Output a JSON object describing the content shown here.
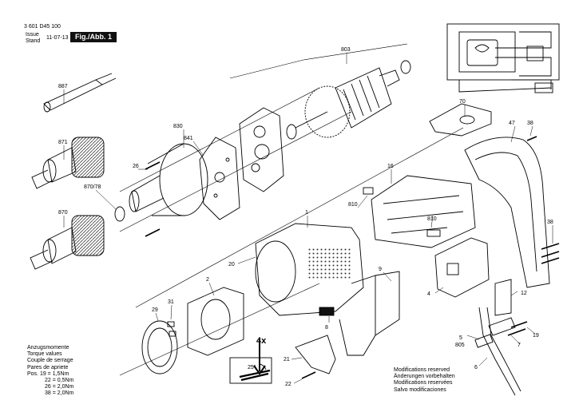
{
  "header": {
    "doc_number": "3 601 D45 100",
    "issue_label": "Issue",
    "stand_label": "Stand",
    "date": "11-07-13",
    "figure_label": "Fig./Abb. 1"
  },
  "torque": {
    "lines": [
      "Anzugsmomente",
      "Torque values",
      "Couple de serrage",
      "Pares de apriete",
      "Pos. 19 = 1,5Nm",
      "22 = 0,5Nm",
      "26 = 2,0Nm",
      "38 = 2,0Nm"
    ]
  },
  "modifications": {
    "lines": [
      "Modifications reserved",
      "Änderungen vorbehalten",
      "Modifications reservées",
      "Salvo modificaciones"
    ]
  },
  "callouts": {
    "angle": "4x",
    "degrees": "25°"
  },
  "parts": {
    "p887": "887",
    "p871": "871",
    "p870_78": "870/78",
    "p870": "870",
    "p26": "26",
    "p830": "830",
    "p841": "841",
    "p803": "803",
    "p70": "70",
    "p47": "47",
    "p38a": "38",
    "p38b": "38",
    "p16": "16",
    "p810a": "810",
    "p810b": "810",
    "p1": "1",
    "p20": "20",
    "p9": "9",
    "p2": "2",
    "p29": "29",
    "p31": "31",
    "p8": "8",
    "p21": "21",
    "p22": "22",
    "p4": "4",
    "p12": "12",
    "p5": "5",
    "p805": "805",
    "p7": "7",
    "p19": "19",
    "p6": "6"
  }
}
